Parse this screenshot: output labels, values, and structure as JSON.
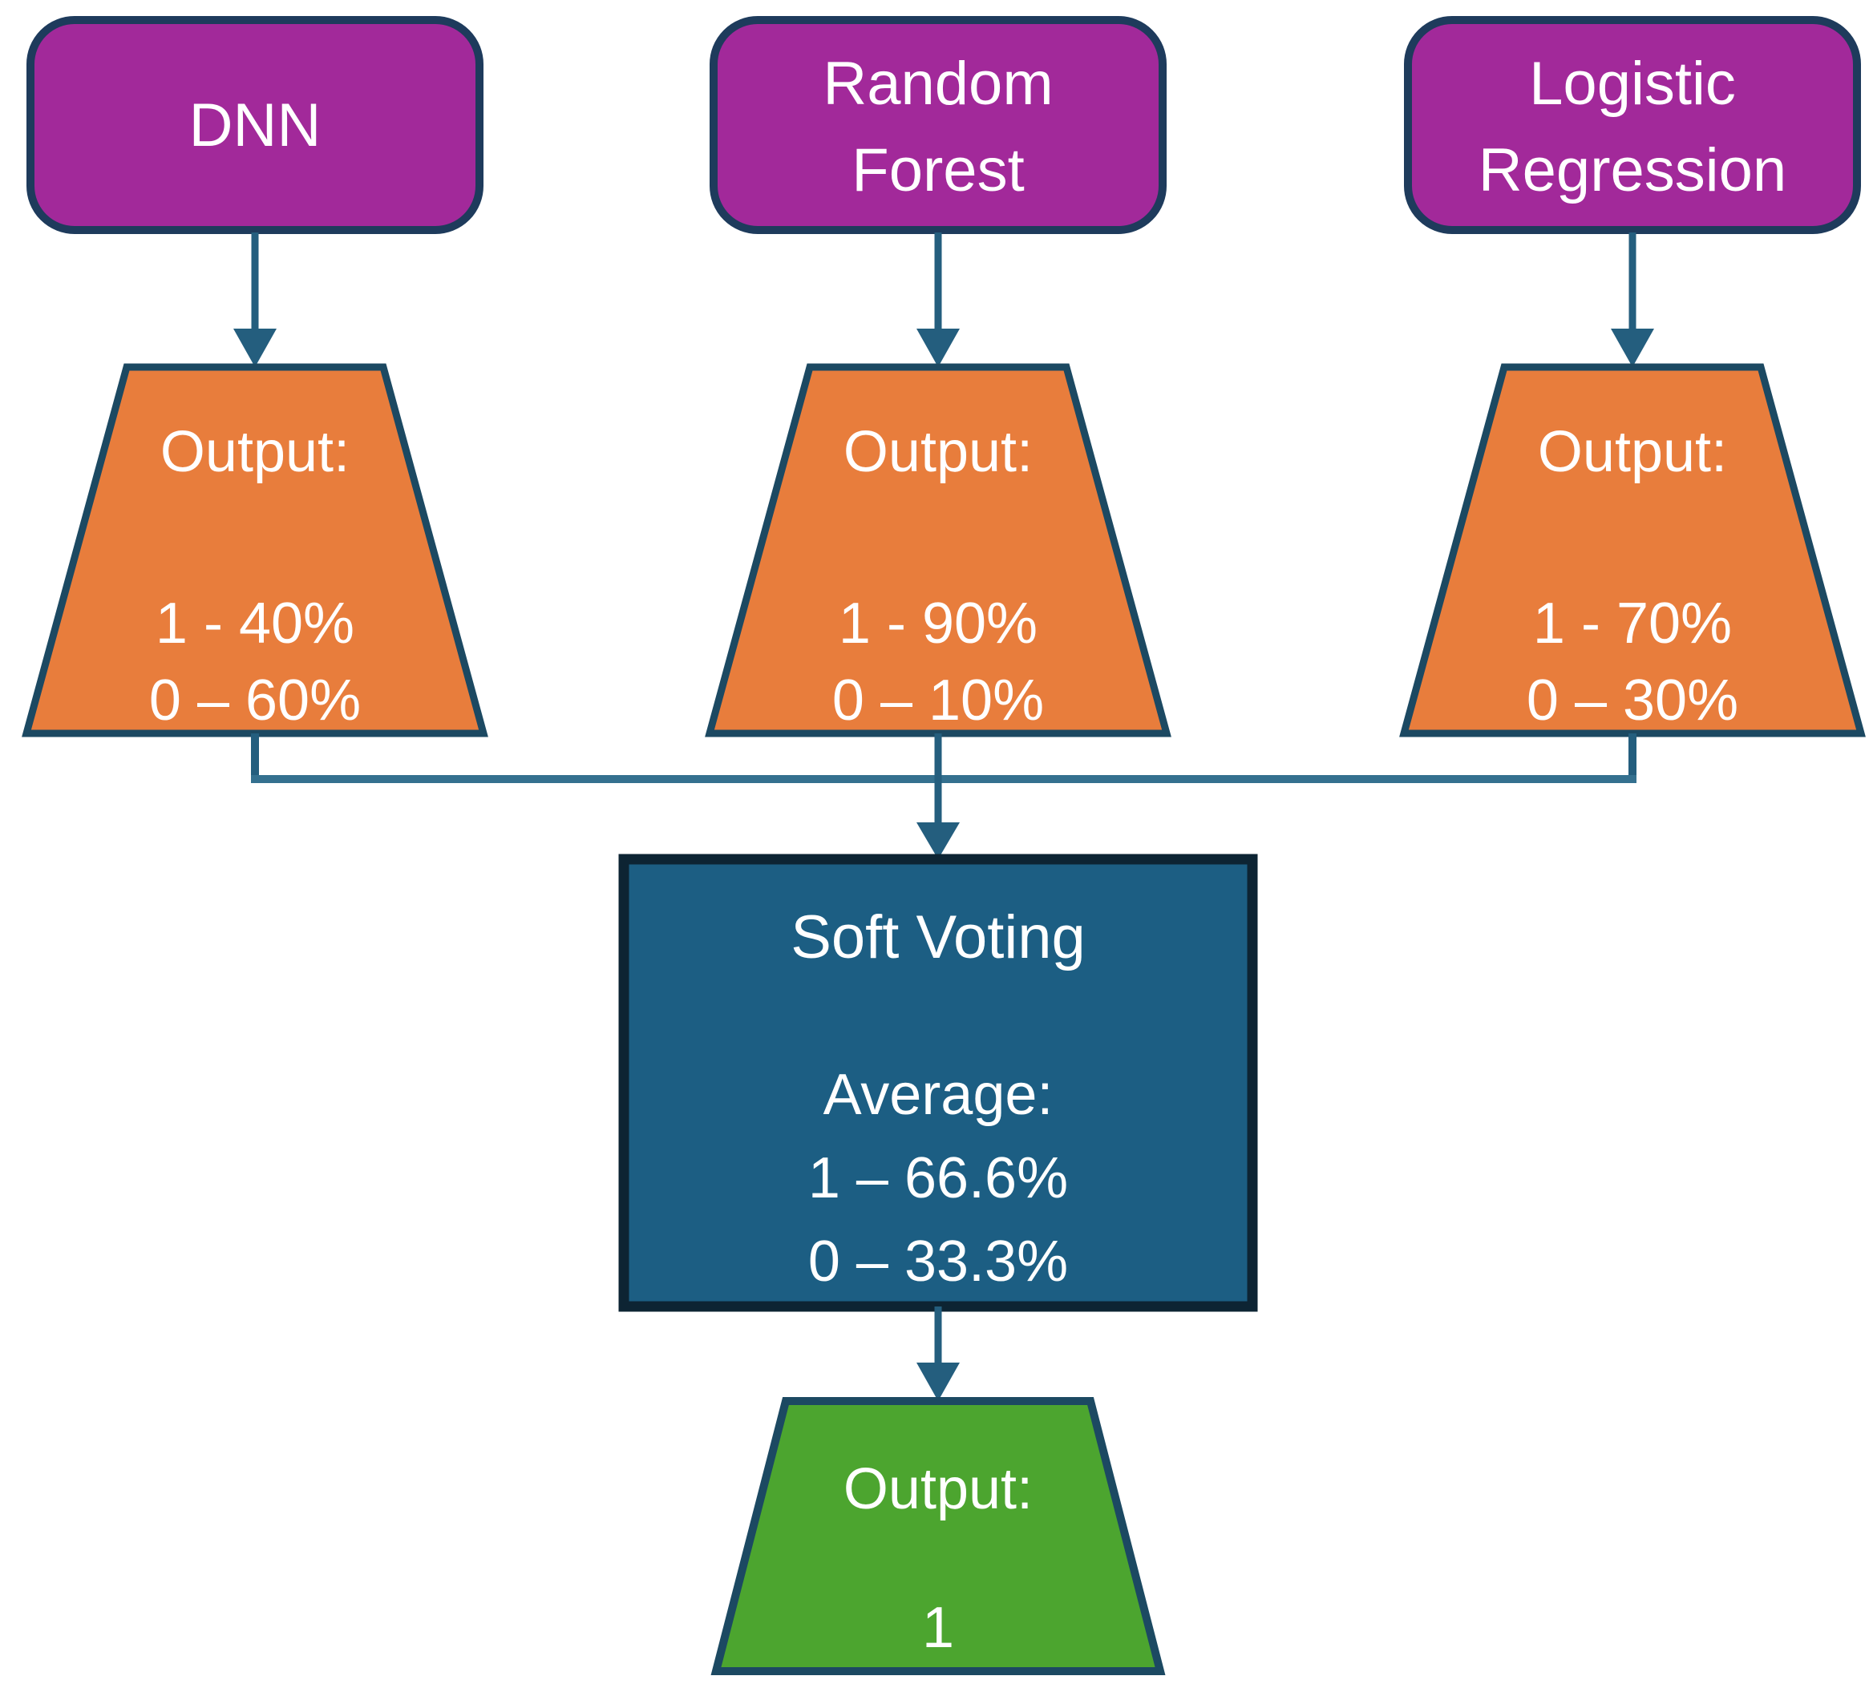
{
  "diagram": {
    "background": "#FFFFFF",
    "colors": {
      "model_fill": "#A2299A",
      "model_border": "#1E3B5C",
      "output_fill": "#E87D3C",
      "output_border": "#1C4962",
      "voting_fill": "#1C5E83",
      "voting_border": "#0D2433",
      "final_fill": "#4CA52F",
      "final_border": "#1C4962",
      "connector": "#245E7E",
      "connector_light": "#34708F",
      "text": "#FFFFFF"
    },
    "models": [
      {
        "name": "DNN",
        "line1": "DNN",
        "line2": "",
        "output_title": "Output:",
        "prob_class1": "1 - 40%",
        "prob_class0": "0 – 60%"
      },
      {
        "name": "Random Forest",
        "line1": "Random",
        "line2": "Forest",
        "output_title": "Output:",
        "prob_class1": "1 - 90%",
        "prob_class0": "0 – 10%"
      },
      {
        "name": "Logistic Regression",
        "line1": "Logistic",
        "line2": "Regression",
        "output_title": "Output:",
        "prob_class1": "1 - 70%",
        "prob_class0": "0 – 30%"
      }
    ],
    "voting": {
      "title": "Soft Voting",
      "subtitle": "Average:",
      "avg_class1": "1 – 66.6%",
      "avg_class0": "0 – 33.3%"
    },
    "final": {
      "title": "Output:",
      "value": "1"
    }
  }
}
